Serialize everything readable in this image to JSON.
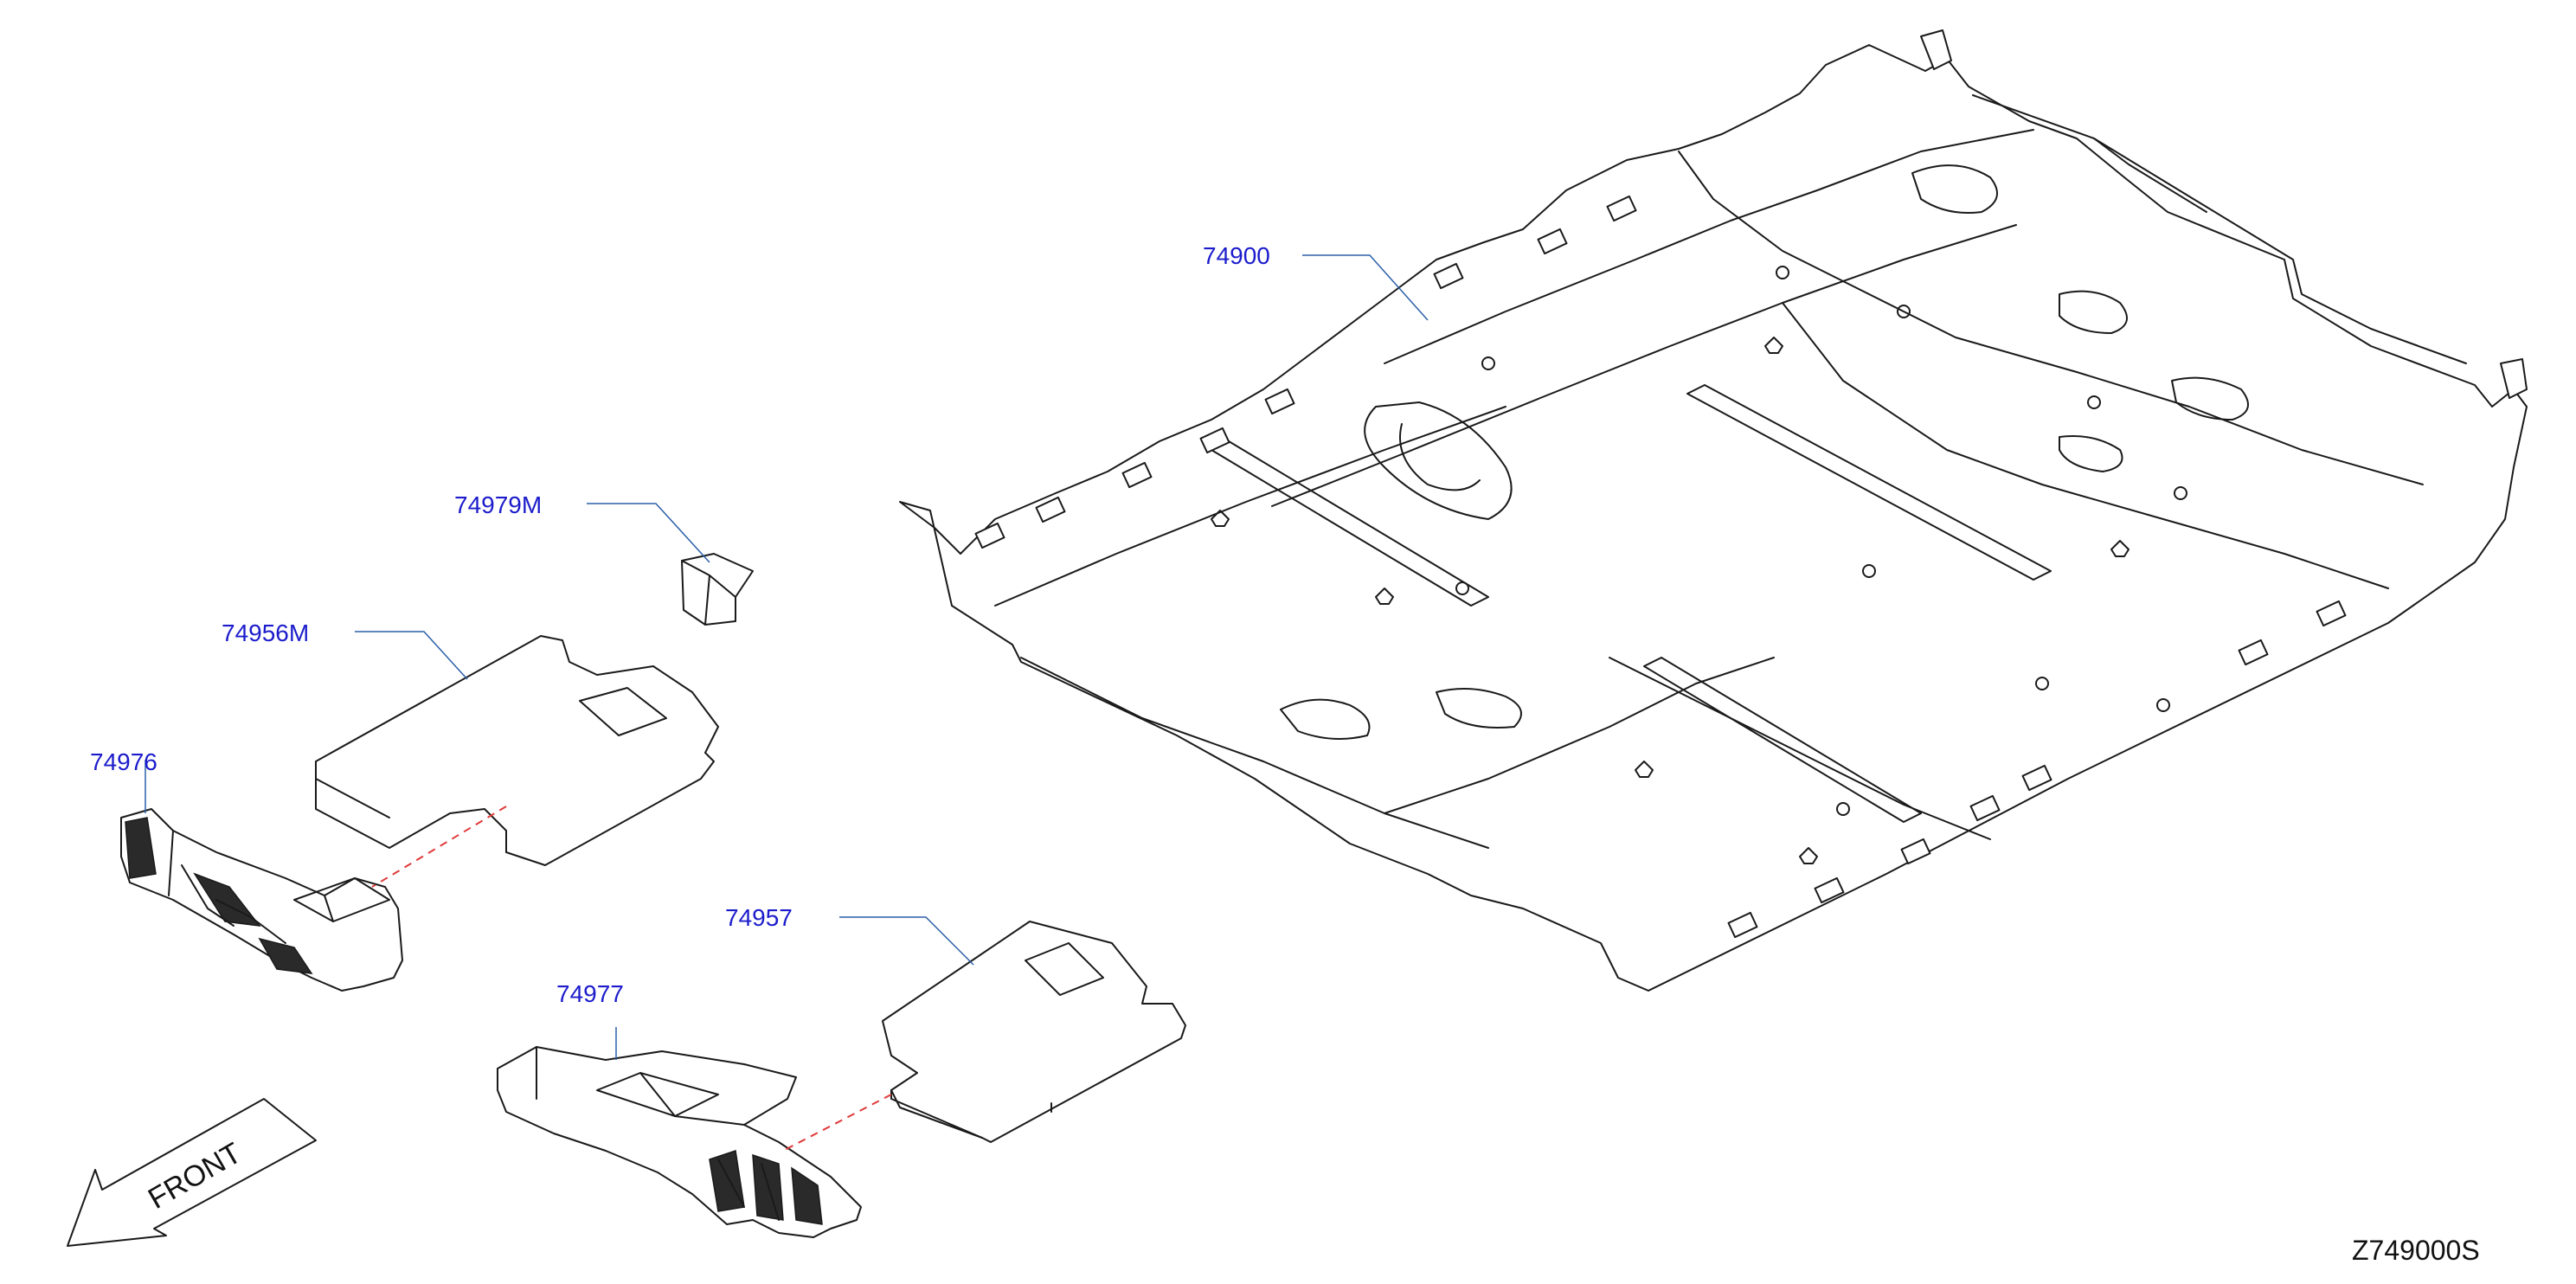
{
  "diagram": {
    "id_code": "Z749000S",
    "direction_label": "FRONT",
    "parts": [
      {
        "number": "74900"
      },
      {
        "number": "74979M"
      },
      {
        "number": "74956M"
      },
      {
        "number": "74976"
      },
      {
        "number": "74957"
      },
      {
        "number": "74977"
      }
    ]
  },
  "colors": {
    "callout_text": "#1c1ccc",
    "leader_line": "#2b5fa8",
    "dashed_line": "#e03a3a",
    "outline": "#1a1a1a"
  }
}
